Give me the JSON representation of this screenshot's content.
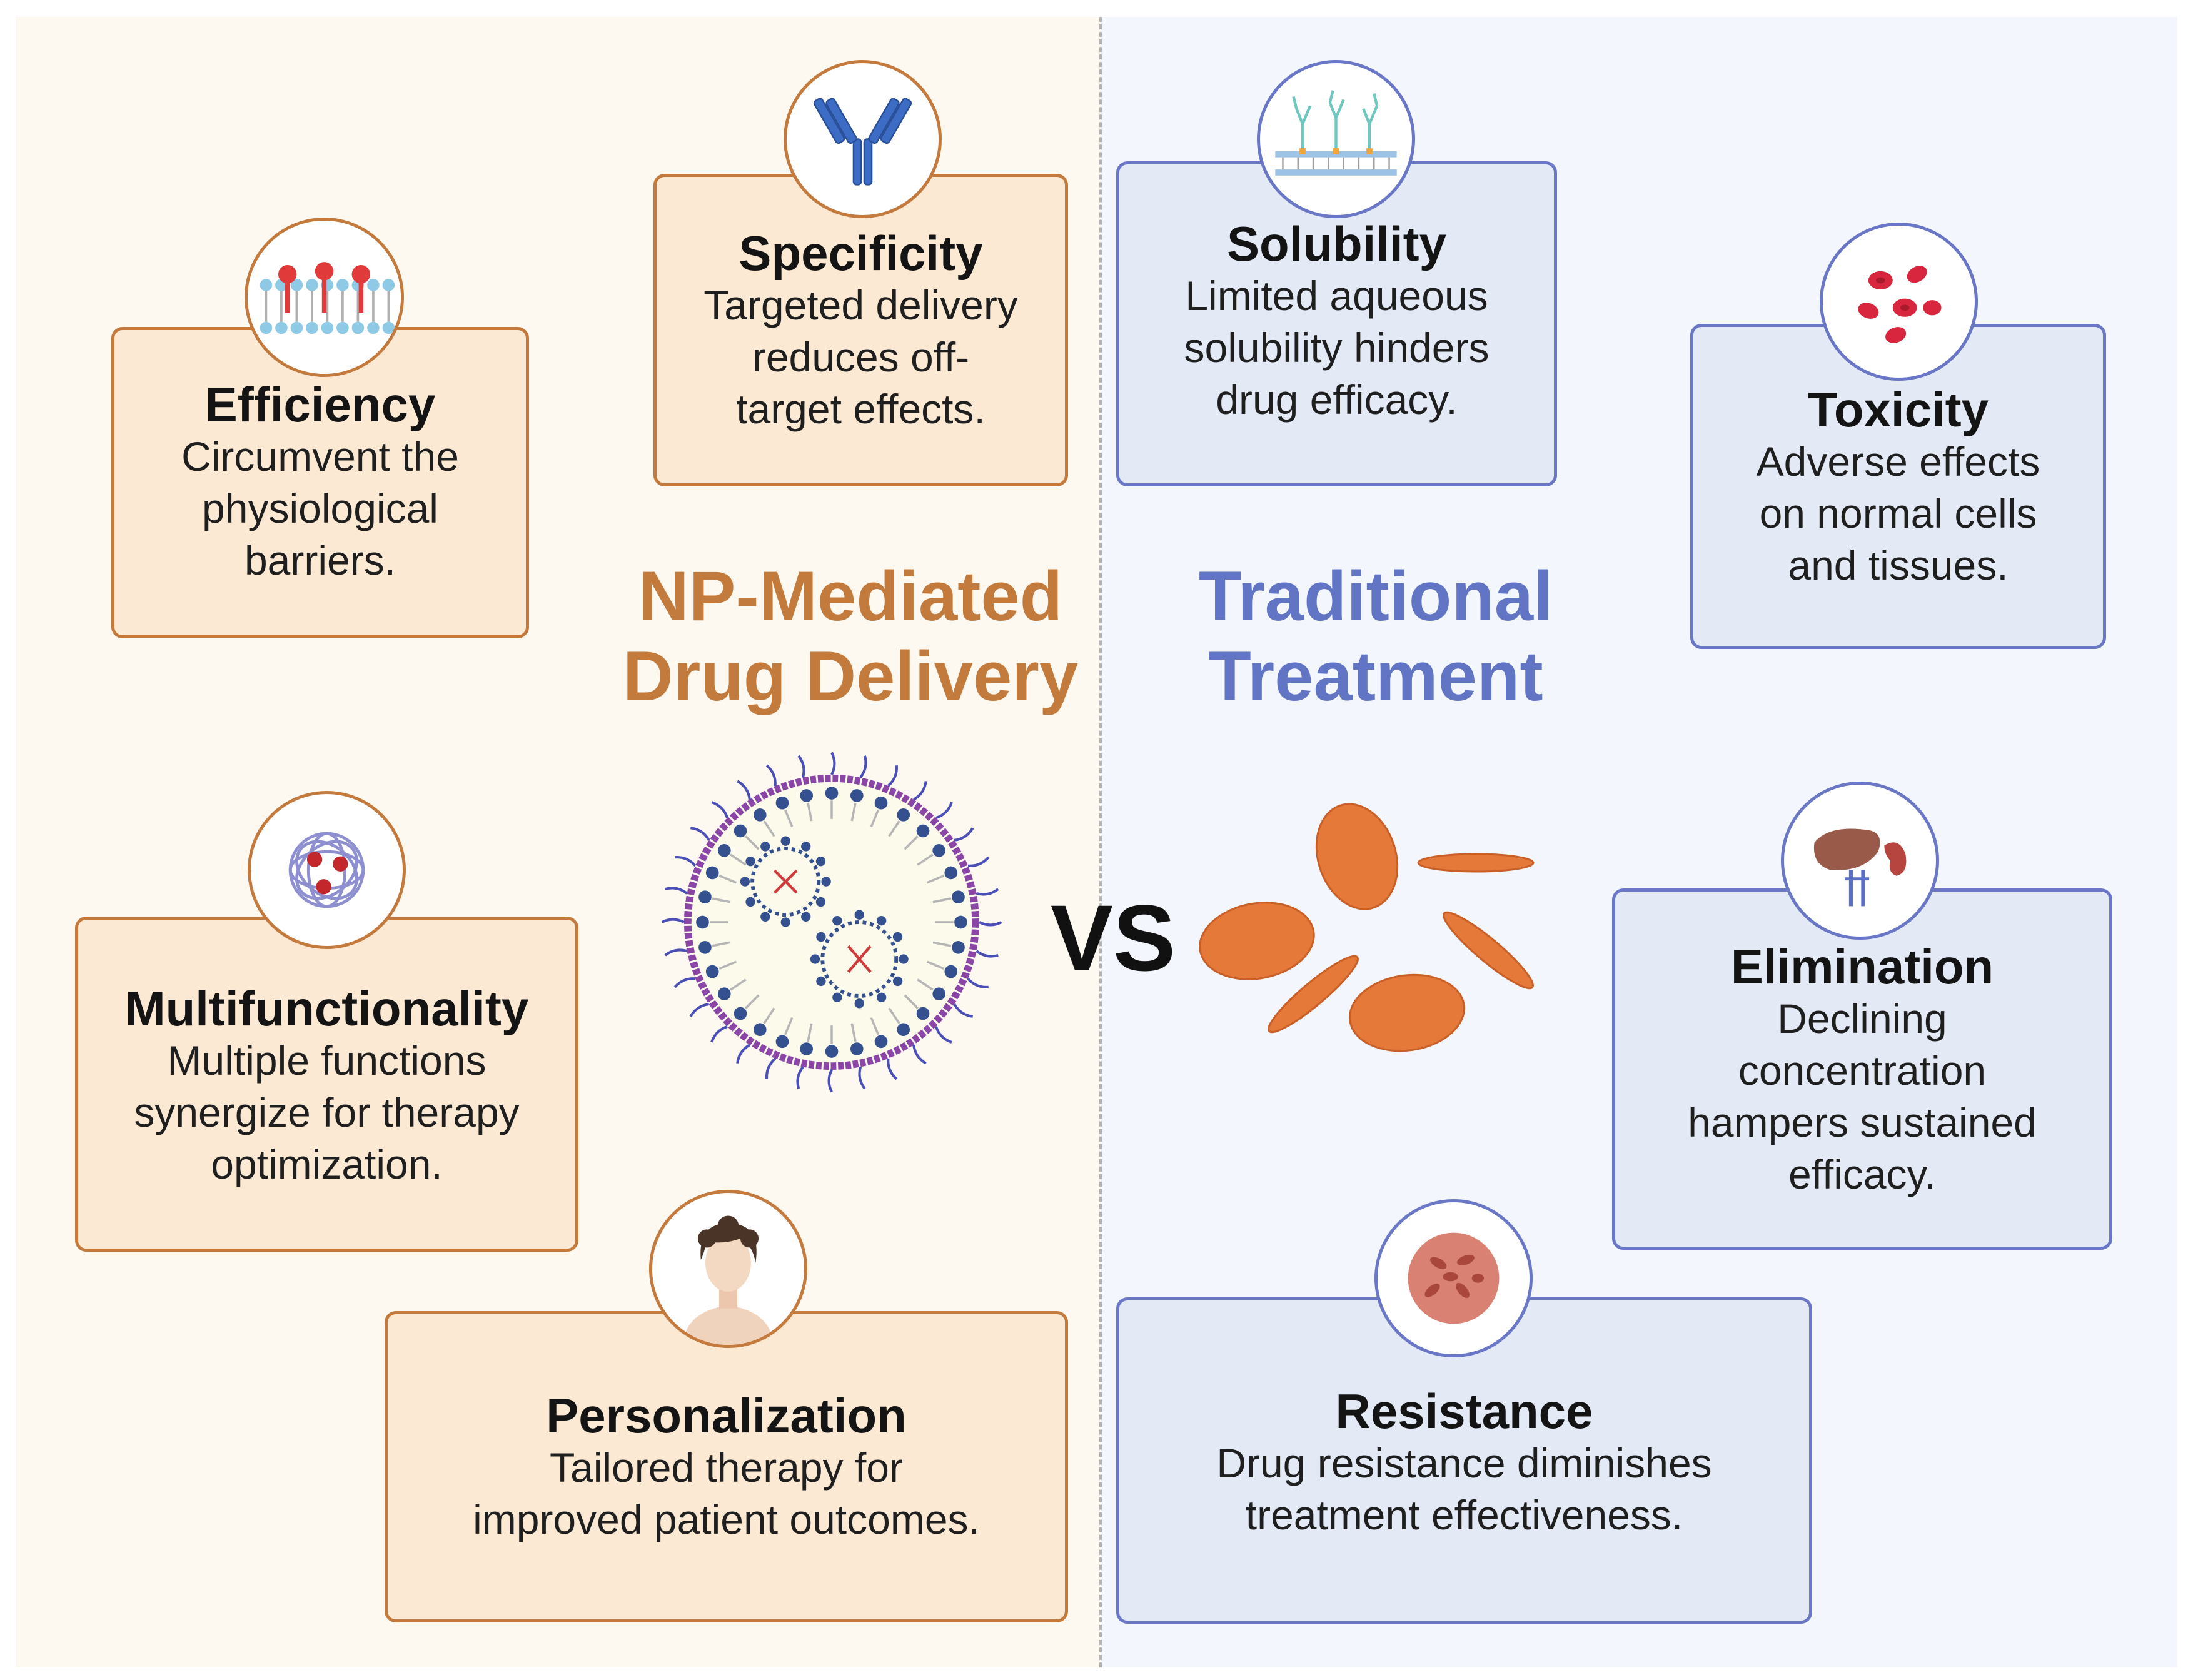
{
  "np": {
    "title_line1": "NP-Mediated",
    "title_line2": "Drug Delivery",
    "accent": "#c27a3d",
    "cards": {
      "efficiency": {
        "title": "Efficiency",
        "lines": [
          "Circumvent the",
          "physiological",
          "barriers."
        ],
        "icon": "cell-membrane-icon"
      },
      "specificity": {
        "title": "Specificity",
        "lines": [
          "Targeted delivery",
          "reduces off-",
          "target effects."
        ],
        "icon": "antibody-icon"
      },
      "multifunctionality": {
        "title": "Multifunctionality",
        "lines": [
          "Multiple functions",
          "synergize for therapy",
          "optimization."
        ],
        "icon": "polymer-nanoparticle-icon"
      },
      "personalization": {
        "title": "Personalization",
        "lines": [
          "Tailored therapy for",
          "improved patient outcomes."
        ],
        "icon": "patient-portrait-icon"
      }
    },
    "illustration": "liposome-nanoparticle-icon"
  },
  "vs_label": "VS",
  "trad": {
    "title_line1": "Traditional",
    "title_line2": "Treatment",
    "accent": "#6275c4",
    "cards": {
      "solubility": {
        "title": "Solubility",
        "lines": [
          "Limited aqueous",
          "solubility hinders",
          "drug efficacy."
        ],
        "icon": "membrane-glycan-icon"
      },
      "toxicity": {
        "title": "Toxicity",
        "lines": [
          "Adverse effects",
          "on normal cells",
          "and tissues."
        ],
        "icon": "red-blood-cells-icon"
      },
      "elimination": {
        "title": "Elimination",
        "lines": [
          "Declining",
          "concentration",
          "hampers sustained",
          "efficacy."
        ],
        "icon": "liver-kidney-icon"
      },
      "resistance": {
        "title": "Resistance",
        "lines": [
          "Drug resistance diminishes",
          "treatment effectiveness."
        ],
        "icon": "tumor-tissue-icon"
      }
    },
    "illustration": "pills-icon"
  }
}
